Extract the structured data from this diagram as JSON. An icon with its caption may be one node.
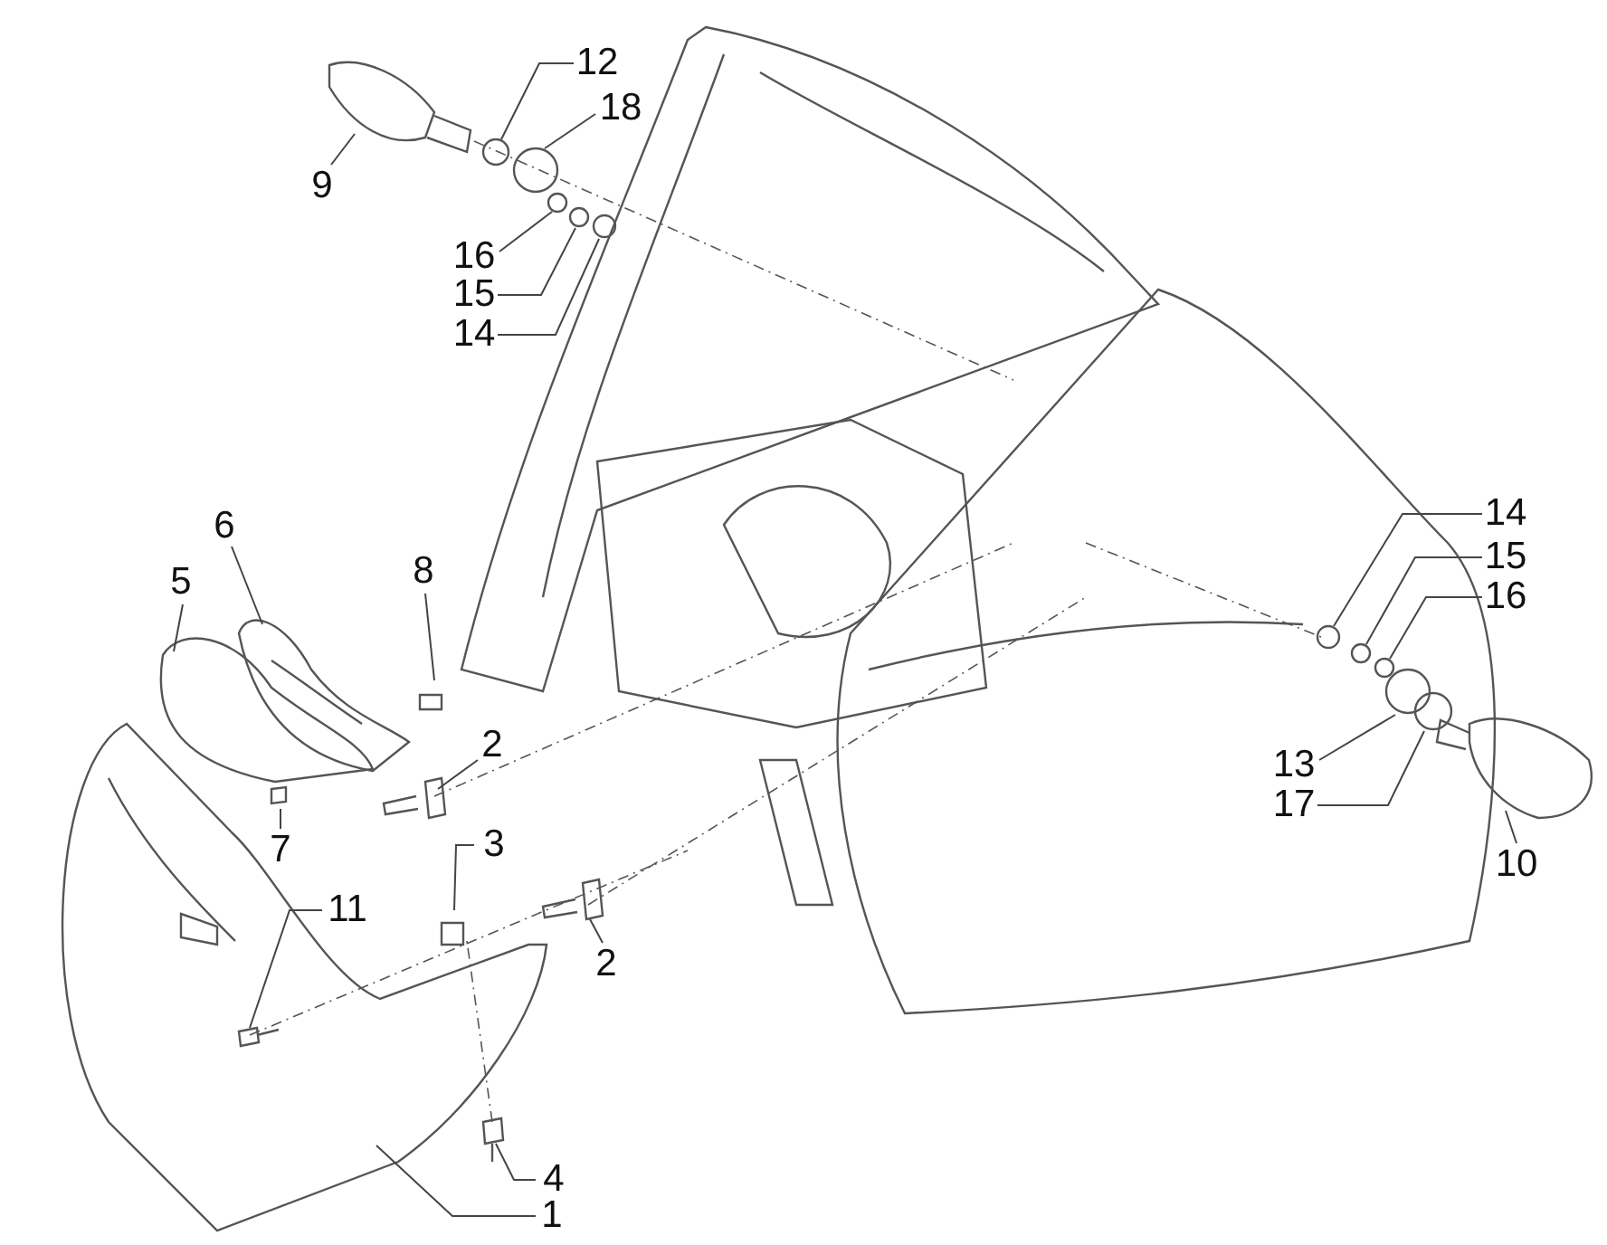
{
  "diagram": {
    "nodes": [
      {
        "text": [
          "12"
        ]
      },
      {
        "text": [
          "18"
        ]
      },
      {
        "text": [
          "9"
        ]
      },
      {
        "text": [
          "16"
        ]
      },
      {
        "text": [
          "15"
        ]
      },
      {
        "text": [
          "14"
        ]
      },
      {
        "text": [
          "14"
        ]
      },
      {
        "text": [
          "6"
        ]
      },
      {
        "text": [
          "15"
        ]
      },
      {
        "text": [
          "8"
        ]
      },
      {
        "text": [
          "5"
        ]
      },
      {
        "text": [
          "16"
        ]
      },
      {
        "text": [
          "2"
        ]
      },
      {
        "text": [
          "13"
        ]
      },
      {
        "text": [
          "17"
        ]
      },
      {
        "text": [
          "3"
        ]
      },
      {
        "text": [
          "7"
        ]
      },
      {
        "text": [
          "10"
        ]
      },
      {
        "text": [
          "11"
        ]
      },
      {
        "text": [
          "2"
        ]
      },
      {
        "text": [
          "4"
        ]
      },
      {
        "text": [
          "1"
        ]
      }
    ],
    "edges": [
      {
        "from": 0,
        "to": null,
        "arrow": "none"
      },
      {
        "from": 1,
        "to": null,
        "arrow": "none"
      },
      {
        "from": 2,
        "to": null,
        "arrow": "none"
      },
      {
        "from": 3,
        "to": null,
        "arrow": "none"
      },
      {
        "from": 4,
        "to": null,
        "arrow": "none"
      },
      {
        "from": 5,
        "to": null,
        "arrow": "none"
      },
      {
        "from": 6,
        "to": null,
        "arrow": "none"
      },
      {
        "from": 7,
        "to": null,
        "arrow": "none"
      },
      {
        "from": 8,
        "to": null,
        "arrow": "none"
      },
      {
        "from": 9,
        "to": null,
        "arrow": "none"
      },
      {
        "from": 10,
        "to": null,
        "arrow": "none"
      },
      {
        "from": 11,
        "to": null,
        "arrow": "none"
      },
      {
        "from": 12,
        "to": null,
        "arrow": "none"
      },
      {
        "from": 13,
        "to": null,
        "arrow": "none"
      },
      {
        "from": 14,
        "to": null,
        "arrow": "none"
      },
      {
        "from": 15,
        "to": null,
        "arrow": "none"
      },
      {
        "from": 16,
        "to": null,
        "arrow": "none"
      },
      {
        "from": 17,
        "to": null,
        "arrow": "none"
      },
      {
        "from": 18,
        "to": null,
        "arrow": "none"
      },
      {
        "from": 19,
        "to": null,
        "arrow": "none"
      },
      {
        "from": 20,
        "to": null,
        "arrow": "none"
      },
      {
        "from": 21,
        "to": null,
        "arrow": "none"
      }
    ]
  }
}
